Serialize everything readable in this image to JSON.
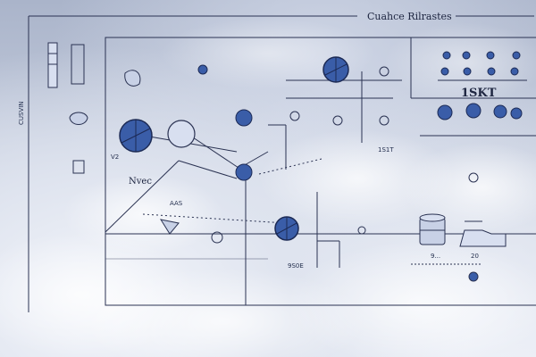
{
  "title": "Cuahce Rilrastes",
  "labels": {
    "left_side": "CUSVIN",
    "nvec": "Nvec",
    "top_right_value": "1SKT",
    "mid_right_value": "1S1T",
    "bottom_center_value": "9S0E",
    "bottom_right_value": "20",
    "small_left": "V2",
    "small_arrow": "9...",
    "small_lower": "AAS"
  },
  "colors": {
    "node_fill": "#3a5da8",
    "line": "#2a3252",
    "accent": "#1f3f8c"
  }
}
